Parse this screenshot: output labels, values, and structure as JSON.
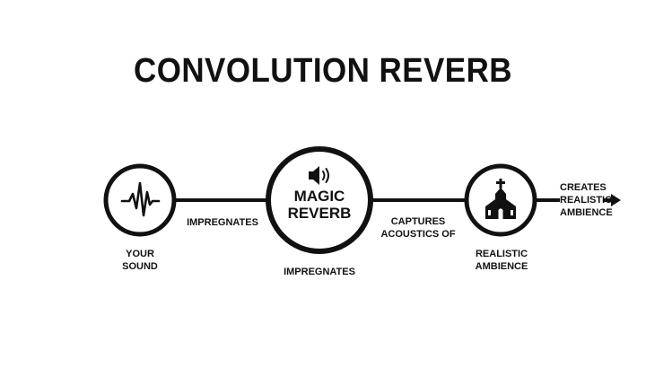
{
  "title": "CONVOLUTION REVERB",
  "nodes": {
    "your_sound": {
      "label": "YOUR\nSOUND",
      "icon": "waveform-icon"
    },
    "magic_reverb": {
      "text": "MAGIC\nREVERB",
      "icon": "speaker-icon",
      "caption": "IMPREGNATES"
    },
    "realistic_ambience": {
      "label": "REALISTIC\nAMBIENCE",
      "icon": "church-icon"
    }
  },
  "connectors": {
    "first": "IMPREGNATES",
    "second": "CAPTURES ACOUSTICS OF",
    "output": "CREATES\nREALISTIC\nAMBIENCE"
  },
  "colors": {
    "ink": "#111111",
    "background": "#ffffff"
  }
}
